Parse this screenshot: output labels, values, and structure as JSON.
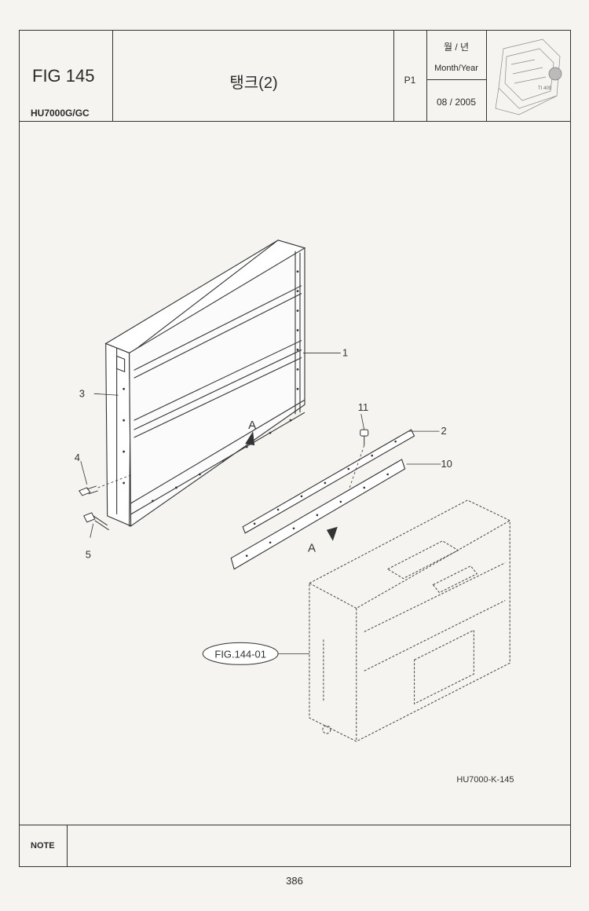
{
  "header": {
    "figure": "FIG 145",
    "model": "HU7000G/GC",
    "title": "탱크(2)",
    "page": "P1",
    "date_label_kr": "월 / 년",
    "date_label_en": "Month/Year",
    "date_value": "08 / 2005"
  },
  "thumbnail_label": "TI 409",
  "drawing": {
    "callouts": [
      "1",
      "2",
      "3",
      "4",
      "5",
      "10",
      "11"
    ],
    "view_marker": "A",
    "reference_label": "FIG.144-01",
    "drawing_code": "HU7000-K-145"
  },
  "note_label": "NOTE",
  "page_number": "386"
}
